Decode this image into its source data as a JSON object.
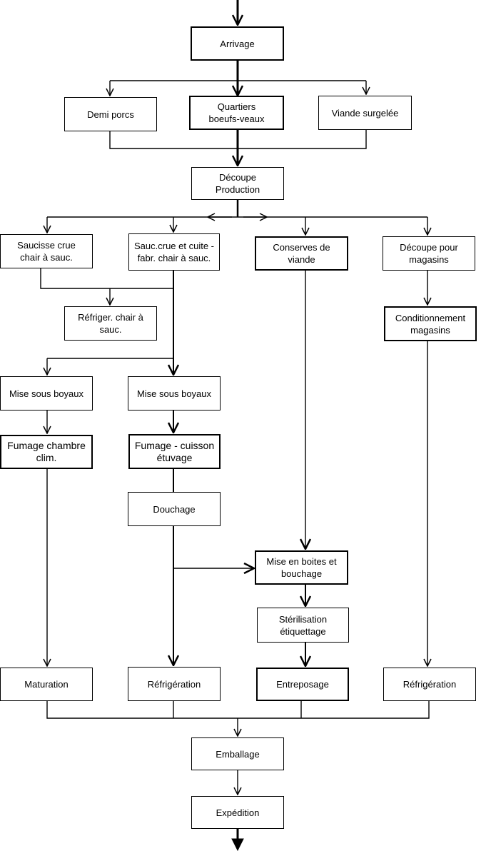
{
  "diagram": {
    "line_color": "#000000",
    "background": "#ffffff",
    "nodes": {
      "arrivage": "Arrivage",
      "demi_porcs": "Demi porcs",
      "quartiers": "Quartiers\nboeufs-veaux",
      "viande_surgelee": "Viande surgelée",
      "decoupe_production": "Découpe\nProduction",
      "saucisse_crue": "Saucisse crue\nchair à sauc.",
      "sauc_crue_cuite": "Sauc.crue et cuite -\nfabr. chair à sauc.",
      "conserves": "Conserves de\nviande",
      "decoupe_magasins": "Découpe pour\nmagasins",
      "refriger_chair": "Réfriger. chair à\nsauc.",
      "conditionnement": "Conditionnement\nmagasins",
      "mise_boyaux_1": "Mise sous boyaux",
      "mise_boyaux_2": "Mise sous boyaux",
      "fumage_chambre": "Fumage chambre\nclim.",
      "fumage_cuisson": "Fumage - cuisson\nétuvage",
      "douchage": "Douchage",
      "mise_boites": "Mise en boites et\nbouchage",
      "sterilisation": "Stérilisation\nétiquettage",
      "maturation": "Maturation",
      "refrigeration_1": "Réfrigération",
      "entreposage": "Entreposage",
      "refrigeration_2": "Réfrigération",
      "emballage": "Emballage",
      "expedition": "Expédition"
    }
  }
}
